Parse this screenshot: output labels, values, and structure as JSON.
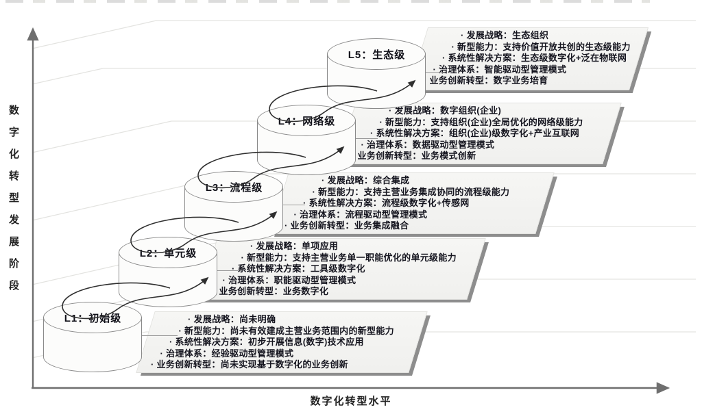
{
  "figure": {
    "y_axis_label": "数字化转型发展阶段",
    "x_axis_label": "数字化转型水平"
  },
  "levels": [
    {
      "id": "L1",
      "label": "L1：初始级",
      "bullets": [
        "发展战略：尚未明确",
        "新型能力：尚未有效建成主营业务范围内的新型能力",
        "系统性解决方案：初步开展信息(数字)技术应用",
        "治理体系：经验驱动型管理模式",
        "业务创新转型：尚未实现基于数字化的业务创新"
      ]
    },
    {
      "id": "L2",
      "label": "L2：单元级",
      "bullets": [
        "发展战略：单项应用",
        "新型能力：支持主营业务单一职能优化的单元级能力",
        "系统性解决方案：工具级数字化",
        "治理体系：职能驱动型管理模式",
        "业务创新转型：业务数字化"
      ]
    },
    {
      "id": "L3",
      "label": "L3：流程级",
      "bullets": [
        "发展战略：综合集成",
        "新型能力：支持主营业务集成协同的流程级能力",
        "系统性解决方案：流程级数字化+传感网",
        "治理体系：流程驱动型管理模式",
        "业务创新转型：业务集成融合"
      ]
    },
    {
      "id": "L4",
      "label": "L4：网络级",
      "bullets": [
        "发展战略：数字组织(企业)",
        "新型能力：支持组织(企业)全局优化的网络级能力",
        "系统性解决方案：组织(企业)级数字化+产业互联网",
        "治理体系：数据驱动型管理模式",
        "业务创新转型：业务模式创新"
      ]
    },
    {
      "id": "L5",
      "label": "L5：生态级",
      "bullets": [
        "发展战略：生态组织",
        "新型能力：支持价值开放共创的生态级能力",
        "系统性解决方案：生态级数字化+泛在物联网",
        "治理体系：智能驱动型管理模式",
        "业务创新转型：数字业务培育"
      ]
    }
  ],
  "colors": {
    "panel_fill": "#f3f3f1",
    "panel_shadow": "#8d8d8d",
    "faint_line": "#e3e3e0",
    "axis": "#6f6f6f",
    "arrow": "#2f2f2f",
    "text": "#15151f"
  }
}
